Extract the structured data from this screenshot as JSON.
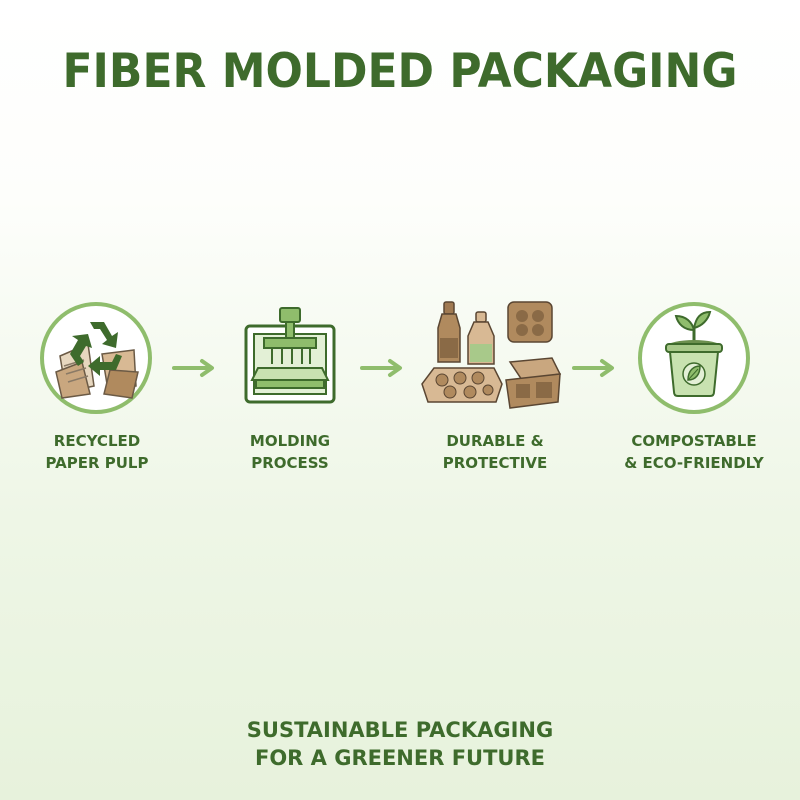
{
  "title": "FIBER MOLDED PACKAGING",
  "steps": [
    {
      "label": "RECYCLED\nPAPER PULP",
      "icon": "recycle-paper-icon"
    },
    {
      "label": "MOLDING\nPROCESS",
      "icon": "molding-press-icon"
    },
    {
      "label": "DURABLE &\nPROTECTIVE",
      "icon": "packaging-products-icon"
    },
    {
      "label": "COMPOSTABLE\n& ECO-FRIENDLY",
      "icon": "compost-bin-icon"
    }
  ],
  "footer": "SUSTAINABLE PACKAGING\nFOR A GREENER FUTURE",
  "colors": {
    "text_green": "#3e6b2c",
    "accent_green": "#8fbd6c",
    "light_green": "#c8e2b0",
    "kraft_brown": "#b08a5e"
  }
}
